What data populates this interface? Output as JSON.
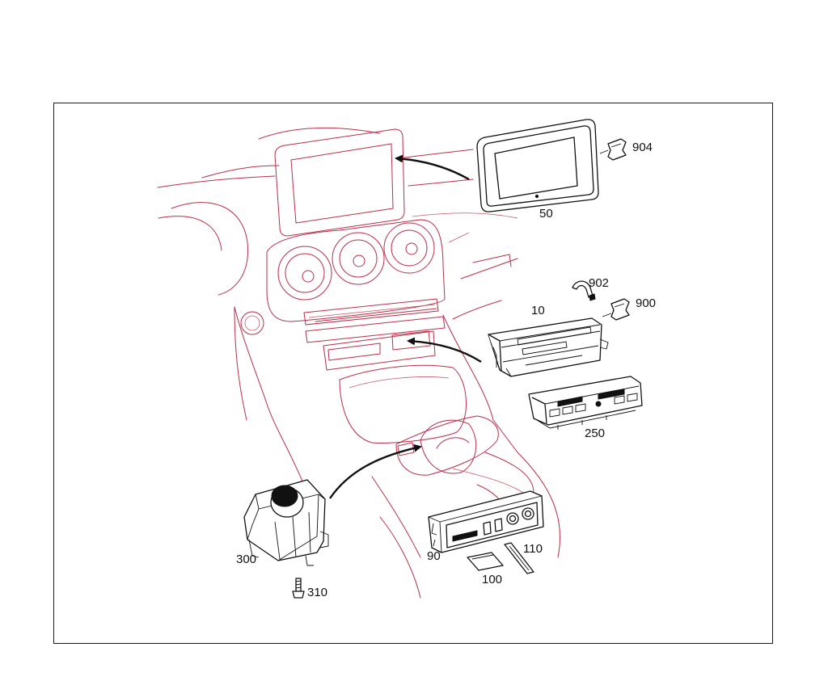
{
  "callouts": {
    "screen_50": "50",
    "connector_904": "904",
    "cable_902": "902",
    "connector_900": "900",
    "unit_10": "10",
    "panel_250": "250",
    "controller_300": "300",
    "screw_310": "310",
    "switch_panel_90": "90",
    "card_100": "100",
    "card_110": "110"
  },
  "colors": {
    "context_lines": "#b8304a",
    "part_lines": "#111111",
    "frame": "#1a1a1a"
  }
}
